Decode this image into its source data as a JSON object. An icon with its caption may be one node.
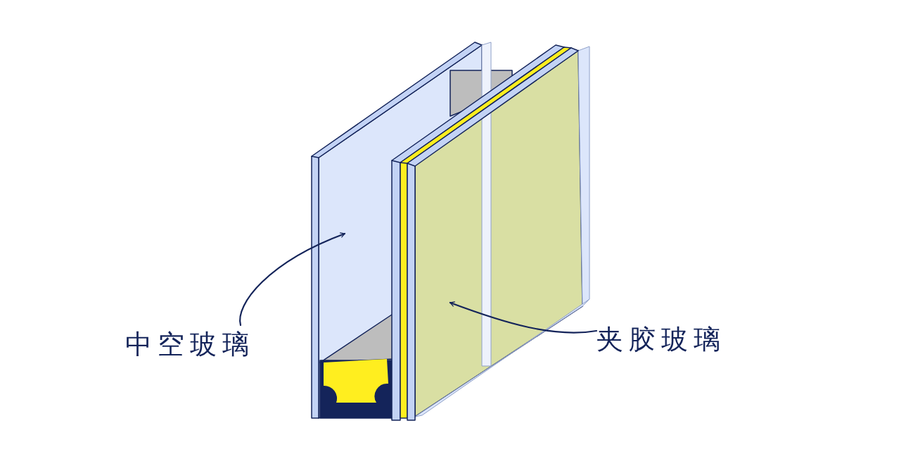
{
  "diagram": {
    "nodes": [
      {
        "text": [
          "中空玻璃"
        ]
      },
      {
        "text": [],
        "shape": "picture"
      },
      {
        "text": [
          "夹胶玻璃"
        ]
      },
      {
        "text": [],
        "shape": "picture"
      }
    ],
    "edges": [
      {
        "from": 0,
        "to": 1,
        "arrow": "to"
      },
      {
        "from": 2,
        "to": 3,
        "arrow": "to"
      }
    ]
  }
}
